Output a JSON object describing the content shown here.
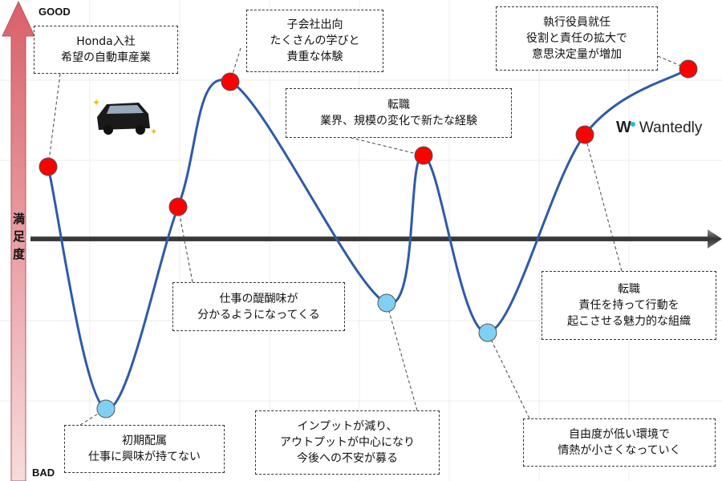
{
  "axis": {
    "good": "GOOD",
    "bad": "BAD",
    "ylabel": "満足度"
  },
  "brand": {
    "name": "Wantedly"
  },
  "colors": {
    "curve": "#2f5aa8",
    "high": "#ff0000",
    "low": "#7fd0f2"
  },
  "points": [
    {
      "level": "high",
      "caption": [
        "Honda入社",
        "希望の自動車産業"
      ]
    },
    {
      "level": "low",
      "caption": [
        "初期配属",
        "仕事に興味が持てない"
      ]
    },
    {
      "level": "high",
      "caption": [
        "仕事の醍醐味が",
        "分かるようになってくる"
      ]
    },
    {
      "level": "high",
      "caption": [
        "子会社出向",
        "たくさんの学びと",
        "貴重な体験"
      ]
    },
    {
      "level": "low",
      "caption": [
        "インプットが減り、",
        "アウトプットが中心になり",
        "今後への不安が募る"
      ]
    },
    {
      "level": "high",
      "caption": [
        "転職",
        "業界、規模の変化で新たな経験"
      ]
    },
    {
      "level": "low",
      "caption": [
        "自由度が低い環境で",
        "情熱が小さくなっていく"
      ]
    },
    {
      "level": "high",
      "caption": [
        "転職",
        "責任を持って行動を",
        "起こさせる魅力的な組織"
      ]
    },
    {
      "level": "high",
      "caption": [
        "執行役員就任",
        "役割と責任の拡大で",
        "意思決定量が増加"
      ]
    }
  ]
}
